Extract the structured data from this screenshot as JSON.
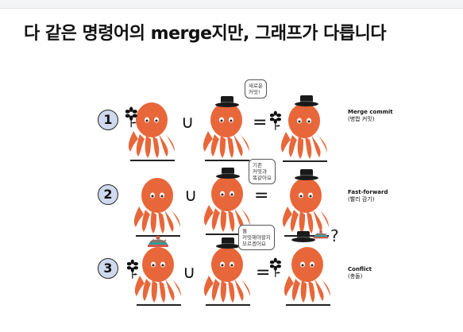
{
  "title": "다 같은 명령어의 merge지만, 그래프가 다릅니다",
  "rows": [
    {
      "number": "1",
      "union": "∪",
      "equals": "=",
      "bubble": "새로운\n커밋!",
      "result_title": "Merge commit",
      "result_sub": "(병합 커밋)"
    },
    {
      "number": "2",
      "union": "∪",
      "equals": "=",
      "bubble": "기존\n커밋과\n똑같아요",
      "result_title": "Fast-forward",
      "result_sub": "(빨리 감기)"
    },
    {
      "number": "3",
      "union": "∪",
      "equals": "=",
      "bubble": "뭘\n커밋해야할지\n모르겠어요",
      "result_title": "Conflict",
      "result_sub": "(충돌)",
      "question": "?"
    }
  ],
  "colors": {
    "octopus": "#e8673a",
    "hat": "#1a1a1a",
    "beanie": "#d9534f",
    "badge": "#cfd9ee"
  }
}
